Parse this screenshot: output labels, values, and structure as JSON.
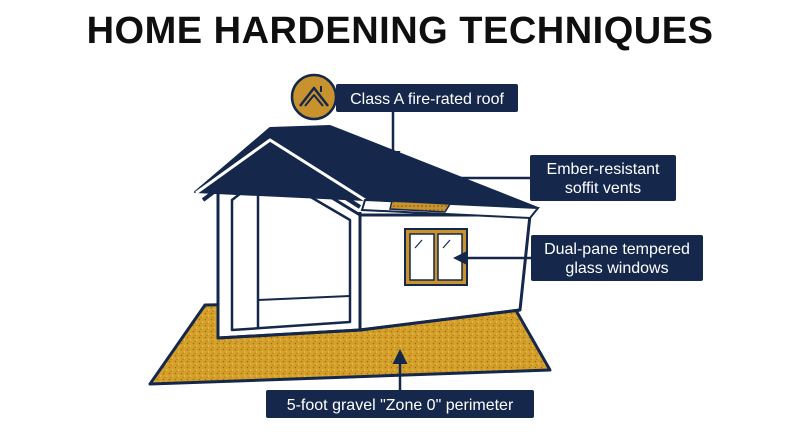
{
  "title": "HOME HARDENING TECHNIQUES",
  "labels": {
    "roof": "Class A fire-rated roof",
    "vents_line1": "Ember-resistant",
    "vents_line2": "soffit vents",
    "windows_line1": "Dual-pane tempered",
    "windows_line2": "glass windows",
    "gravel": "5-foot gravel \"Zone 0\" perimeter"
  },
  "icons": {
    "roof_badge": "house-roof-icon"
  },
  "colors": {
    "navy": "#15284b",
    "gold": "#c8932e",
    "gravel": "#d4a02a",
    "white": "#ffffff"
  }
}
